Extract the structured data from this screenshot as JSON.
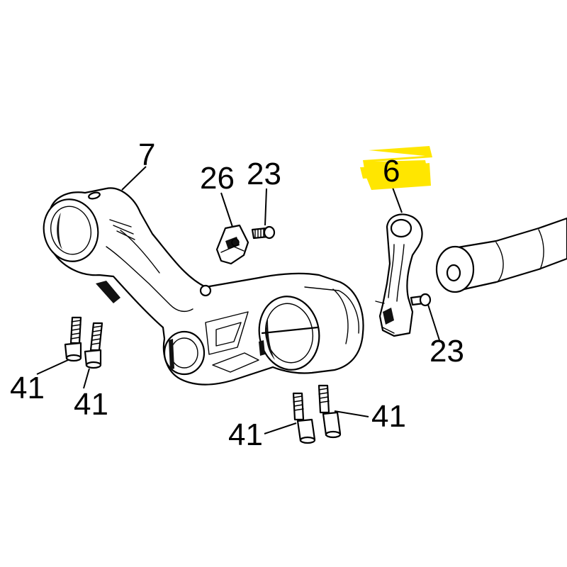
{
  "highlight_color": "#FFE600",
  "callouts": {
    "triple_clamp": "7",
    "bracket_small": "26",
    "screw_upper": "23",
    "clamp_highlighted": "6",
    "screw_lower": "23",
    "bolt_left_a": "41",
    "bolt_left_b": "41",
    "bolt_bottom_a": "41",
    "bolt_bottom_b": "41"
  }
}
